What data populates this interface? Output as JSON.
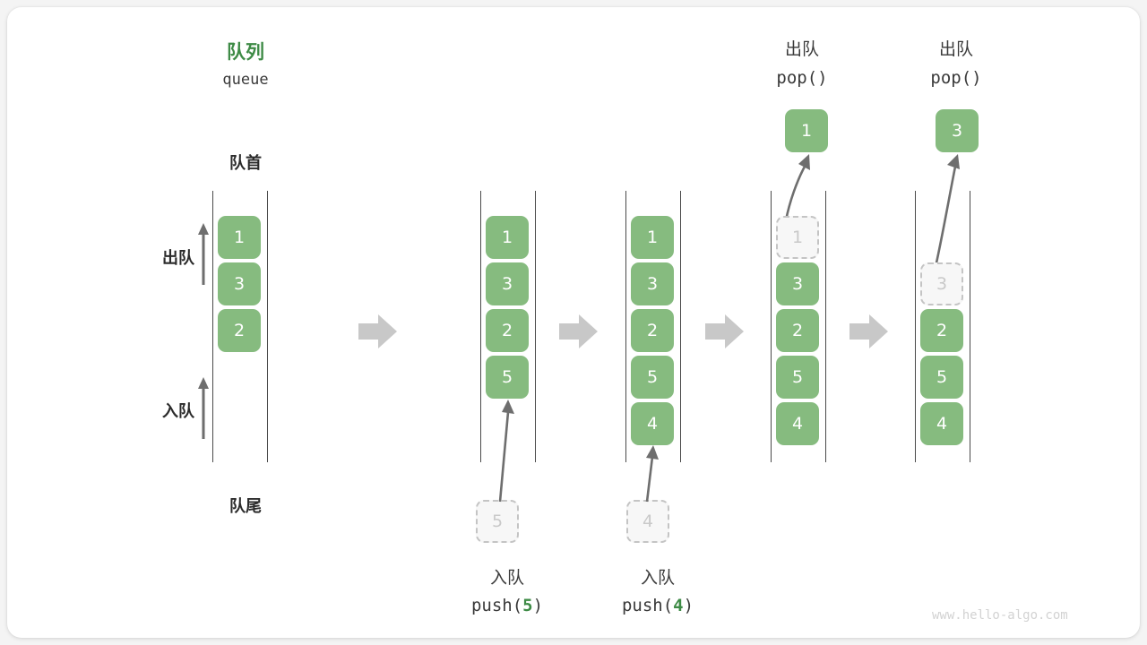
{
  "diagram": {
    "title_cn": "队列",
    "title_en": "queue",
    "front_label": "队首",
    "rear_label": "队尾",
    "dequeue_label": "出队",
    "enqueue_label": "入队",
    "accent_green": "#3e8b46",
    "cell_green": "#86bb7f",
    "arrow_gray": "#5a5a5a",
    "step_arrow_gray": "#c8c8c8",
    "ghost_border": "#c4c4c4",
    "watermark": "www.hello-algo.com"
  },
  "columns": [
    {
      "id": "initial",
      "cells": [
        {
          "value": "1",
          "state": "filled"
        },
        {
          "value": "3",
          "state": "filled"
        },
        {
          "value": "2",
          "state": "filled"
        }
      ],
      "header_cn": "",
      "header_code": "",
      "caption_cn": "",
      "caption_code_prefix": "",
      "caption_code_arg": "",
      "caption_code_suffix": "",
      "staged": null,
      "popped": null
    },
    {
      "id": "push-5",
      "cells": [
        {
          "value": "1",
          "state": "filled"
        },
        {
          "value": "3",
          "state": "filled"
        },
        {
          "value": "2",
          "state": "filled"
        },
        {
          "value": "5",
          "state": "filled"
        }
      ],
      "header_cn": "",
      "header_code": "",
      "caption_cn": "入队",
      "caption_code_prefix": "push(",
      "caption_code_arg": "5",
      "caption_code_suffix": ")",
      "staged": {
        "value": "5"
      },
      "popped": null
    },
    {
      "id": "push-4",
      "cells": [
        {
          "value": "1",
          "state": "filled"
        },
        {
          "value": "3",
          "state": "filled"
        },
        {
          "value": "2",
          "state": "filled"
        },
        {
          "value": "5",
          "state": "filled"
        },
        {
          "value": "4",
          "state": "filled"
        }
      ],
      "header_cn": "",
      "header_code": "",
      "caption_cn": "入队",
      "caption_code_prefix": "push(",
      "caption_code_arg": "4",
      "caption_code_suffix": ")",
      "staged": {
        "value": "4"
      },
      "popped": null
    },
    {
      "id": "pop-1",
      "cells": [
        {
          "value": "1",
          "state": "ghost"
        },
        {
          "value": "3",
          "state": "filled"
        },
        {
          "value": "2",
          "state": "filled"
        },
        {
          "value": "5",
          "state": "filled"
        },
        {
          "value": "4",
          "state": "filled"
        }
      ],
      "header_cn": "出队",
      "header_code": "pop()",
      "caption_cn": "",
      "caption_code_prefix": "",
      "caption_code_arg": "",
      "caption_code_suffix": "",
      "staged": null,
      "popped": {
        "value": "1"
      }
    },
    {
      "id": "pop-3",
      "cells": [
        {
          "value": "3",
          "state": "ghost"
        },
        {
          "value": "2",
          "state": "filled"
        },
        {
          "value": "5",
          "state": "filled"
        },
        {
          "value": "4",
          "state": "filled"
        }
      ],
      "header_cn": "出队",
      "header_code": "pop()",
      "caption_cn": "",
      "caption_code_prefix": "",
      "caption_code_arg": "",
      "caption_code_suffix": "",
      "staged": null,
      "popped": {
        "value": "3"
      }
    }
  ],
  "step_arrows": 4
}
